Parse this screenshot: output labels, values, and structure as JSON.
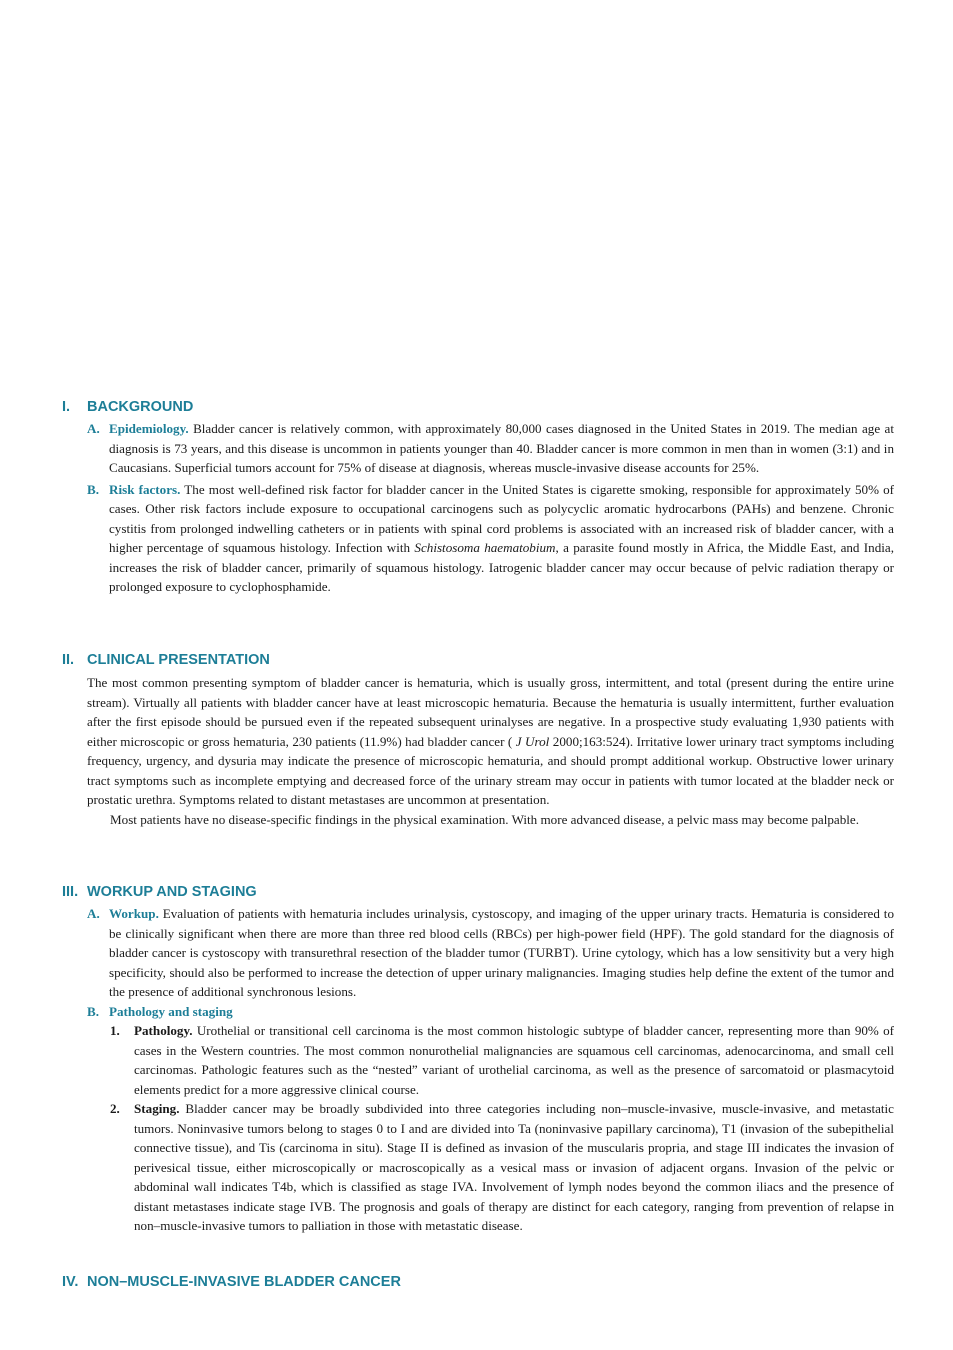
{
  "sections": [
    {
      "num": "I.",
      "title": "BACKGROUND",
      "items": [
        {
          "marker": "A.",
          "heading": "Epidemiology.",
          "text": "Bladder cancer is relatively common, with approximately 80,000 cases diagnosed in the United States in 2019. The median age at diagnosis is 73 years, and this disease is uncommon in patients younger than 40. Bladder cancer is more common in men than in women (3:1) and in Caucasians. Superficial tumors account for 75% of disease at diagnosis, whereas muscle-invasive disease accounts for 25%."
        },
        {
          "marker": "B.",
          "heading": "Risk factors.",
          "text_1": "The most well-defined risk factor for bladder cancer in the United States is cigarette smoking, responsible for approximately 50% of cases. Other risk factors include exposure to occupational carcinogens such as polycyclic aromatic hydrocarbons (PAHs) and benzene. Chronic cystitis from prolonged indwelling catheters or in patients with spinal cord problems is associated with an increased risk of bladder cancer, with a higher percentage of squamous histology. Infection with",
          "italic": "Schistosoma haematobium",
          "text_2": ", a parasite found mostly in Africa, the Middle East, and India, increases the risk of bladder cancer, primarily of squamous histology. Iatrogenic bladder cancer may occur because of pelvic radiation therapy or prolonged exposure to cyclophosphamide."
        }
      ]
    },
    {
      "num": "II.",
      "title": "CLINICAL PRESENTATION",
      "p1_a": "The most common presenting symptom of bladder cancer is hematuria, which is usually gross, intermittent, and total (present during the entire urine stream). Virtually all patients with bladder cancer have at least microscopic hematuria. Because the hematuria is usually intermittent, further evaluation after the first episode should be pursued even if the repeated subsequent urinalyses are negative. In a prospective study evaluating 1,930 patients with either microscopic or gross hematuria, 230 patients (11.9%) had bladder cancer (",
      "p1_italic": "J Urol",
      "p1_b": "2000;163:524). Irritative lower urinary tract symptoms including frequency, urgency, and dysuria may indicate the presence of microscopic hematuria, and should prompt additional workup. Obstructive lower urinary tract symptoms such as incomplete emptying and decreased force of the urinary stream may occur in patients with tumor located at the bladder neck or prostatic urethra. Symptoms related to distant metastases are uncommon at presentation.",
      "p2": "Most patients have no disease-specific findings in the physical examination. With more advanced disease, a pelvic mass may become palpable."
    },
    {
      "num": "III.",
      "title": "WORKUP AND STAGING",
      "items": [
        {
          "marker": "A.",
          "heading": "Workup.",
          "text": "Evaluation of patients with hematuria includes urinalysis, cystoscopy, and imaging of the upper urinary tracts. Hematuria is considered to be clinically significant when there are more than three red blood cells (RBCs) per high-power field (HPF). The gold standard for the diagnosis of bladder cancer is cystoscopy with transurethral resection of the bladder tumor (TURBT). Urine cytology, which has a low sensitivity but a very high specificity, should also be performed to increase the detection of upper urinary malignancies. Imaging studies help define the extent of the tumor and the presence of additional synchronous lesions."
        },
        {
          "marker": "B.",
          "heading": "Pathology and staging"
        }
      ],
      "subitems": [
        {
          "marker": "1.",
          "heading": "Pathology.",
          "text": "Urothelial or transitional cell carcinoma is the most common histologic subtype of bladder cancer, representing more than 90% of cases in the Western countries. The most common nonurothelial malignancies are squamous cell carcinomas, adenocarcinoma, and small cell carcinomas. Pathologic features such as the “nested” variant of urothelial carcinoma, as well as the presence of sarcomatoid or plasmacytoid elements predict for a more aggressive clinical course."
        },
        {
          "marker": "2.",
          "heading": "Staging.",
          "text": "Bladder cancer may be broadly subdivided into three categories including non–muscle-invasive, muscle-invasive, and metastatic tumors. Noninvasive tumors belong to stages 0 to I and are divided into Ta (noninvasive papillary carcinoma), T1 (invasion of the subepithelial connective tissue), and Tis (carcinoma in situ). Stage II is defined as invasion of the muscularis propria, and stage III indicates the invasion of perivesical tissue, either microscopically or macroscopically as a vesical mass or invasion of adjacent organs. Invasion of the pelvic or abdominal wall indicates T4b, which is classified as stage IVA. Involvement of lymph nodes beyond the common iliacs and the presence of distant metastases indicate stage IVB. The prognosis and goals of therapy are distinct for each category, ranging from prevention of relapse in non–muscle-invasive tumors to palliation in those with metastatic disease."
        }
      ]
    },
    {
      "num": "IV.",
      "title": "NON–MUSCLE-INVASIVE BLADDER CANCER"
    }
  ],
  "colors": {
    "heading": "#1d7e97",
    "text": "#1a1a1a"
  }
}
